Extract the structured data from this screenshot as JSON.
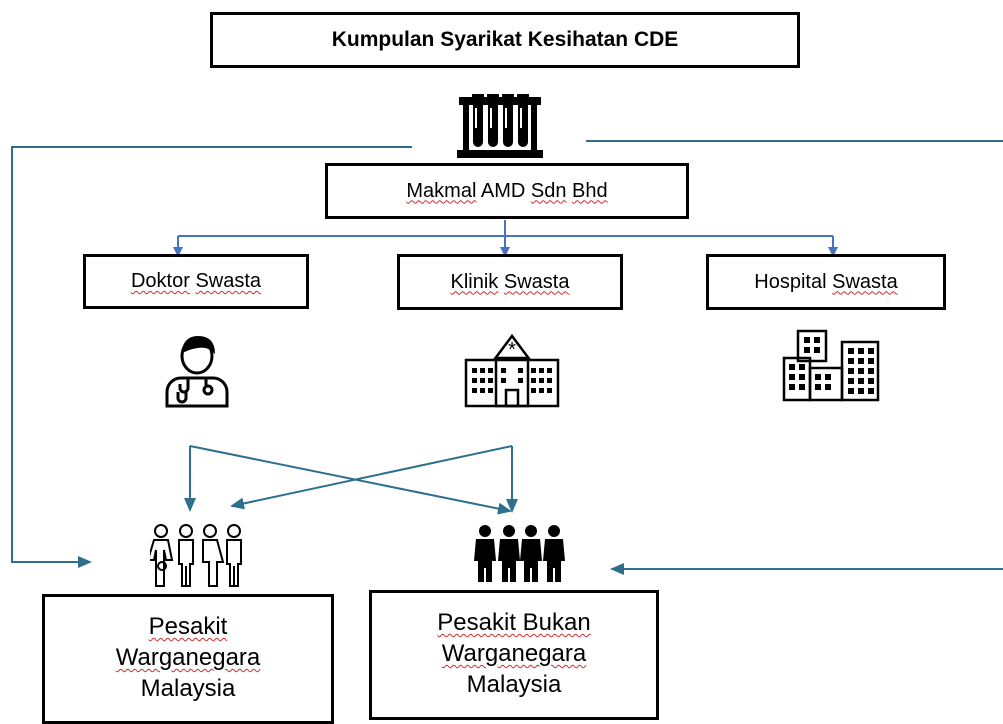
{
  "title": "Kumpulan Syarikat Kesihatan CDE",
  "lab": {
    "name_part1": "Makmal",
    "name_part2": " AMD ",
    "name_part3": "Sdn",
    "name_part4": " ",
    "name_part5": "Bhd"
  },
  "doctor": {
    "word1": "Doktor",
    "word2": " ",
    "word3": "Swasta"
  },
  "clinic": {
    "word1": "Klinik",
    "word2": " ",
    "word3": "Swasta"
  },
  "hospital": {
    "word1": "Hospital ",
    "word2": "Swasta"
  },
  "patient_malaysian": {
    "line1": "Pesakit",
    "line2": "Warganegara",
    "line3": "Malaysia"
  },
  "patient_non_malaysian": {
    "line1": "Pesakit Bukan",
    "line2": "Warganegara",
    "line3": "Malaysia"
  },
  "colors": {
    "arrow_blue": "#4472c4",
    "connector_teal": "#2e6f8e",
    "spell_red": "#d12b2b"
  },
  "icons": [
    "test-tubes-icon",
    "doctor-icon",
    "clinic-icon",
    "hospital-buildings-icon",
    "family-icon",
    "group-people-icon"
  ]
}
